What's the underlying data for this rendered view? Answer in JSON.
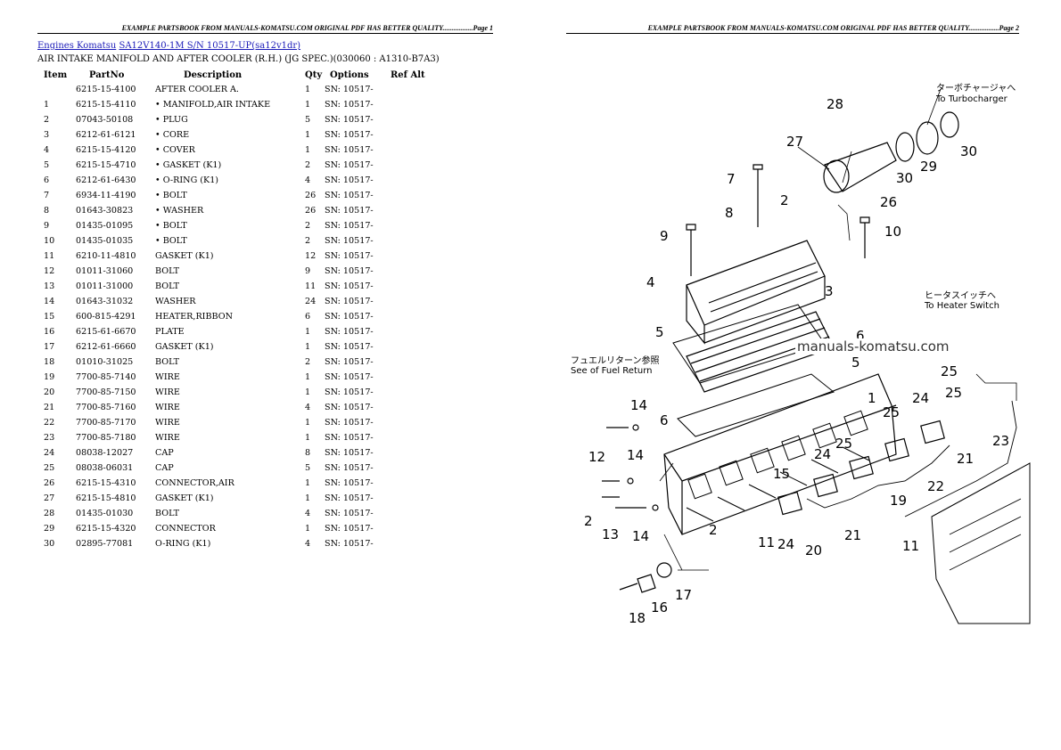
{
  "left_page": {
    "header": "EXAMPLE PARTSBOOK FROM MANUALS-KOMATSU.COM ORIGINAL PDF HAS BETTER QUALITY.................Page 1",
    "breadcrumb": {
      "link1": "Engines Komatsu",
      "link2": "SA12V140-1M S/N 10517-UP(sa12v1dr)"
    },
    "subtitle": "AIR INTAKE MANIFOLD AND AFTER COOLER (R.H.) (JG SPEC.)(030060 : A1310-B7A3)",
    "columns": [
      "Item",
      "PartNo",
      "Description",
      "Qty",
      "Options",
      "Ref Alt"
    ],
    "rows": [
      {
        "item": "",
        "part": "6215-15-4100",
        "desc": "AFTER COOLER A.",
        "qty": "1",
        "opt": "SN: 10517-"
      },
      {
        "item": "1",
        "part": "6215-15-4110",
        "desc": "• MANIFOLD,AIR INTAKE",
        "qty": "1",
        "opt": "SN: 10517-"
      },
      {
        "item": "2",
        "part": "07043-50108",
        "desc": "• PLUG",
        "qty": "5",
        "opt": "SN: 10517-"
      },
      {
        "item": "3",
        "part": "6212-61-6121",
        "desc": "• CORE",
        "qty": "1",
        "opt": "SN: 10517-"
      },
      {
        "item": "4",
        "part": "6215-15-4120",
        "desc": "• COVER",
        "qty": "1",
        "opt": "SN: 10517-"
      },
      {
        "item": "5",
        "part": "6215-15-4710",
        "desc": "• GASKET (K1)",
        "qty": "2",
        "opt": "SN: 10517-"
      },
      {
        "item": "6",
        "part": "6212-61-6430",
        "desc": "• O-RING (K1)",
        "qty": "4",
        "opt": "SN: 10517-"
      },
      {
        "item": "7",
        "part": "6934-11-4190",
        "desc": "• BOLT",
        "qty": "26",
        "opt": "SN: 10517-"
      },
      {
        "item": "8",
        "part": "01643-30823",
        "desc": "• WASHER",
        "qty": "26",
        "opt": "SN: 10517-"
      },
      {
        "item": "9",
        "part": "01435-01095",
        "desc": "• BOLT",
        "qty": "2",
        "opt": "SN: 10517-"
      },
      {
        "item": "10",
        "part": "01435-01035",
        "desc": "• BOLT",
        "qty": "2",
        "opt": "SN: 10517-"
      },
      {
        "item": "11",
        "part": "6210-11-4810",
        "desc": "GASKET (K1)",
        "qty": "12",
        "opt": "SN: 10517-"
      },
      {
        "item": "12",
        "part": "01011-31060",
        "desc": "BOLT",
        "qty": "9",
        "opt": "SN: 10517-"
      },
      {
        "item": "13",
        "part": "01011-31000",
        "desc": "BOLT",
        "qty": "11",
        "opt": "SN: 10517-"
      },
      {
        "item": "14",
        "part": "01643-31032",
        "desc": "WASHER",
        "qty": "24",
        "opt": "SN: 10517-"
      },
      {
        "item": "15",
        "part": "600-815-4291",
        "desc": "HEATER,RIBBON",
        "qty": "6",
        "opt": "SN: 10517-"
      },
      {
        "item": "16",
        "part": "6215-61-6670",
        "desc": "PLATE",
        "qty": "1",
        "opt": "SN: 10517-"
      },
      {
        "item": "17",
        "part": "6212-61-6660",
        "desc": "GASKET (K1)",
        "qty": "1",
        "opt": "SN: 10517-"
      },
      {
        "item": "18",
        "part": "01010-31025",
        "desc": "BOLT",
        "qty": "2",
        "opt": "SN: 10517-"
      },
      {
        "item": "19",
        "part": "7700-85-7140",
        "desc": "WIRE",
        "qty": "1",
        "opt": "SN: 10517-"
      },
      {
        "item": "20",
        "part": "7700-85-7150",
        "desc": "WIRE",
        "qty": "1",
        "opt": "SN: 10517-"
      },
      {
        "item": "21",
        "part": "7700-85-7160",
        "desc": "WIRE",
        "qty": "4",
        "opt": "SN: 10517-"
      },
      {
        "item": "22",
        "part": "7700-85-7170",
        "desc": "WIRE",
        "qty": "1",
        "opt": "SN: 10517-"
      },
      {
        "item": "23",
        "part": "7700-85-7180",
        "desc": "WIRE",
        "qty": "1",
        "opt": "SN: 10517-"
      },
      {
        "item": "24",
        "part": "08038-12027",
        "desc": "CAP",
        "qty": "8",
        "opt": "SN: 10517-"
      },
      {
        "item": "25",
        "part": "08038-06031",
        "desc": "CAP",
        "qty": "5",
        "opt": "SN: 10517-"
      },
      {
        "item": "26",
        "part": "6215-15-4310",
        "desc": "CONNECTOR,AIR",
        "qty": "1",
        "opt": "SN: 10517-"
      },
      {
        "item": "27",
        "part": "6215-15-4810",
        "desc": "GASKET (K1)",
        "qty": "1",
        "opt": "SN: 10517-"
      },
      {
        "item": "28",
        "part": "01435-01030",
        "desc": "BOLT",
        "qty": "4",
        "opt": "SN: 10517-"
      },
      {
        "item": "29",
        "part": "6215-15-4320",
        "desc": "CONNECTOR",
        "qty": "1",
        "opt": "SN: 10517-"
      },
      {
        "item": "30",
        "part": "02895-77081",
        "desc": "O-RING (K1)",
        "qty": "4",
        "opt": "SN: 10517-"
      }
    ]
  },
  "right_page": {
    "header": "EXAMPLE PARTSBOOK FROM MANUALS-KOMATSU.COM ORIGINAL PDF HAS BETTER QUALITY.................Page 2",
    "watermark": "manuals-komatsu.com",
    "notes": {
      "turbo_jp": "ターボチャージャへ",
      "turbo_en": "To Turbocharger",
      "heater_jp": "ヒータスイッチへ",
      "heater_en": "To Heater Switch",
      "fuel_jp": "フュエルリターン参照",
      "fuel_en": "See of Fuel Return"
    },
    "callouts": [
      "1",
      "2",
      "3",
      "4",
      "5",
      "6",
      "7",
      "8",
      "9",
      "10",
      "11",
      "12",
      "13",
      "14",
      "15",
      "16",
      "17",
      "18",
      "19",
      "20",
      "21",
      "22",
      "23",
      "24",
      "25",
      "26",
      "27",
      "28",
      "29",
      "30"
    ]
  },
  "colors": {
    "link": "#1a1ab8",
    "text": "#000000",
    "background": "#ffffff"
  }
}
